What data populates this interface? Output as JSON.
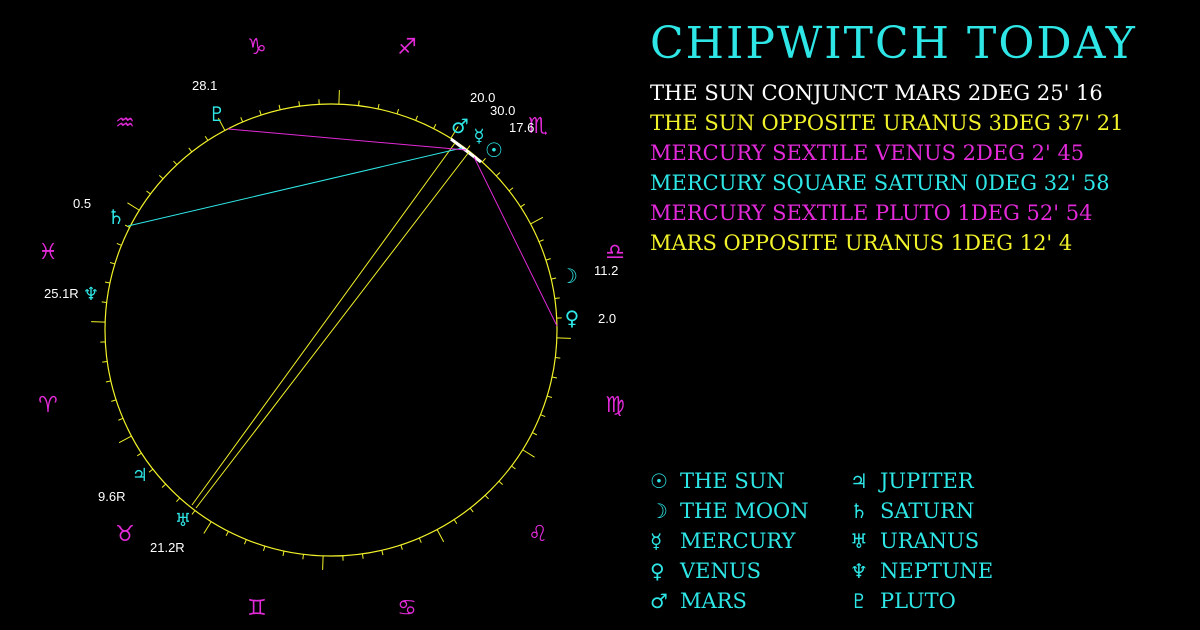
{
  "title": "CHIPWITCH TODAY",
  "aspects": [
    {
      "text": "THE SUN CONJUNCT MARS 2DEG 25' 16",
      "color": "#ffffff"
    },
    {
      "text": "THE SUN OPPOSITE URANUS 3DEG 37' 21",
      "color": "#f2f22a"
    },
    {
      "text": "MERCURY SEXTILE VENUS 2DEG 2' 45",
      "color": "#e22ad8"
    },
    {
      "text": "MERCURY SQUARE SATURN 0DEG 32' 58",
      "color": "#2ee6e6"
    },
    {
      "text": "MERCURY SEXTILE PLUTO 1DEG 52' 54",
      "color": "#e22ad8"
    },
    {
      "text": "MARS OPPOSITE URANUS 1DEG 12' 4",
      "color": "#f2f22a"
    }
  ],
  "legend": [
    {
      "glyph": "☉",
      "icon": "sun-icon",
      "label": "THE SUN"
    },
    {
      "glyph": "♃",
      "icon": "jupiter-icon",
      "label": "JUPITER"
    },
    {
      "glyph": "☽",
      "icon": "moon-icon",
      "label": "THE MOON"
    },
    {
      "glyph": "♄",
      "icon": "saturn-icon",
      "label": "SATURN"
    },
    {
      "glyph": "☿",
      "icon": "mercury-icon",
      "label": "MERCURY"
    },
    {
      "glyph": "♅",
      "icon": "uranus-icon",
      "label": "URANUS"
    },
    {
      "glyph": "♀",
      "icon": "venus-icon",
      "label": "VENUS"
    },
    {
      "glyph": "♆",
      "icon": "neptune-icon",
      "label": "NEPTUNE"
    },
    {
      "glyph": "♂",
      "icon": "mars-icon",
      "label": "MARS"
    },
    {
      "glyph": "♇",
      "icon": "pluto-icon",
      "label": "PLUTO"
    }
  ],
  "zodiac": [
    {
      "glyph": "♑",
      "icon": "capricorn-icon"
    },
    {
      "glyph": "♐",
      "icon": "sagittarius-icon"
    },
    {
      "glyph": "♏",
      "icon": "scorpio-icon"
    },
    {
      "glyph": "♎",
      "icon": "libra-icon"
    },
    {
      "glyph": "♍",
      "icon": "virgo-icon"
    },
    {
      "glyph": "♌",
      "icon": "leo-icon"
    },
    {
      "glyph": "♋",
      "icon": "cancer-icon"
    },
    {
      "glyph": "♊",
      "icon": "gemini-icon"
    },
    {
      "glyph": "♉",
      "icon": "taurus-icon"
    },
    {
      "glyph": "♈",
      "icon": "aries-icon"
    },
    {
      "glyph": "♓",
      "icon": "pisces-icon"
    },
    {
      "glyph": "♒",
      "icon": "aquarius-icon"
    }
  ],
  "planets": [
    {
      "key": "sun",
      "glyph": "☉",
      "degree": "17.6"
    },
    {
      "key": "mercury",
      "glyph": "☿",
      "degree": "30.0"
    },
    {
      "key": "mars",
      "glyph": "♂",
      "degree": "20.0"
    },
    {
      "key": "moon",
      "glyph": "☽",
      "degree": "11.2"
    },
    {
      "key": "venus",
      "glyph": "♀",
      "degree": "2.0"
    },
    {
      "key": "pluto",
      "glyph": "♇",
      "degree": "28.1"
    },
    {
      "key": "saturn",
      "glyph": "♄",
      "degree": "0.5"
    },
    {
      "key": "neptune",
      "glyph": "♆",
      "degree": "25.1R"
    },
    {
      "key": "jupiter",
      "glyph": "♃",
      "degree": "9.6R"
    },
    {
      "key": "uranus",
      "glyph": "♅",
      "degree": "21.2R"
    }
  ],
  "colors": {
    "accent": "#2ee6e6",
    "zodiac": "#e22ad8",
    "ring": "#f2f22a",
    "conjunct": "#ffffff",
    "opposite": "#f2f22a",
    "sextile": "#e22ad8",
    "square": "#2ee6e6"
  }
}
